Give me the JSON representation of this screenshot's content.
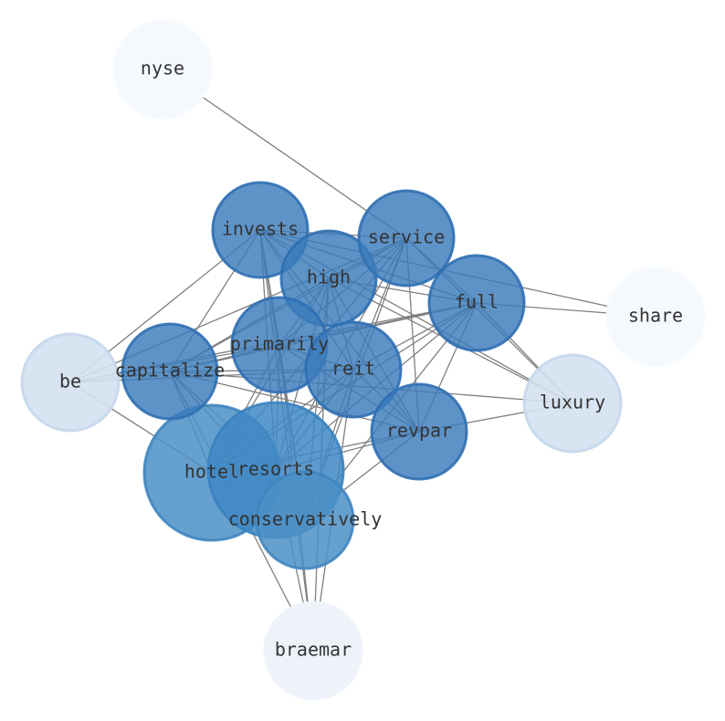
{
  "nodes": [
    {
      "id": "nyse",
      "label": "nyse",
      "fill": "#f5f9fe",
      "stroke": "#f5f9fe"
    },
    {
      "id": "share",
      "label": "share",
      "fill": "#f5f9fe",
      "stroke": "#f5f9fe"
    },
    {
      "id": "braemar",
      "label": "braemar",
      "fill": "#eef3fa",
      "stroke": "#eef3fa"
    },
    {
      "id": "be",
      "label": "be",
      "fill": "#d4e1f0",
      "stroke": "#c5d7eb"
    },
    {
      "id": "luxury",
      "label": "luxury",
      "fill": "#d4e1f0",
      "stroke": "#c5d7eb"
    },
    {
      "id": "hotel",
      "label": "hotel",
      "fill": "#4b8fc6",
      "stroke": "#3f85c0"
    },
    {
      "id": "resorts",
      "label": "resorts",
      "fill": "#3f88c5",
      "stroke": "#3a82c0"
    },
    {
      "id": "conservatively",
      "label": "conservatively",
      "fill": "#4b8fc6",
      "stroke": "#3f85c0"
    },
    {
      "id": "capitalize",
      "label": "capitalize",
      "fill": "#3a7bbb",
      "stroke": "#2f6fb3"
    },
    {
      "id": "primarily",
      "label": "primarily",
      "fill": "#3a7bbb",
      "stroke": "#2f6fb3"
    },
    {
      "id": "invests",
      "label": "invests",
      "fill": "#3a7bbb",
      "stroke": "#2f6fb3"
    },
    {
      "id": "high",
      "label": "high",
      "fill": "#3a7bbb",
      "stroke": "#2f6fb3"
    },
    {
      "id": "service",
      "label": "service",
      "fill": "#3a7bbb",
      "stroke": "#2f6fb3"
    },
    {
      "id": "full",
      "label": "full",
      "fill": "#3a7bbb",
      "stroke": "#2f6fb3"
    },
    {
      "id": "reit",
      "label": "reit",
      "fill": "#3a7bbb",
      "stroke": "#2f6fb3"
    },
    {
      "id": "revpar",
      "label": "revpar",
      "fill": "#3a7bbb",
      "stroke": "#2f6fb3"
    }
  ],
  "edges": [
    [
      "nyse",
      "service"
    ],
    [
      "share",
      "invests"
    ],
    [
      "share",
      "full"
    ],
    [
      "be",
      "invests"
    ],
    [
      "be",
      "service"
    ],
    [
      "be",
      "full"
    ],
    [
      "be",
      "reit"
    ],
    [
      "be",
      "hotel"
    ],
    [
      "be",
      "capitalize"
    ],
    [
      "be",
      "primarily"
    ],
    [
      "luxury",
      "invests"
    ],
    [
      "luxury",
      "service"
    ],
    [
      "luxury",
      "full"
    ],
    [
      "luxury",
      "revpar"
    ],
    [
      "luxury",
      "capitalize"
    ],
    [
      "luxury",
      "high"
    ],
    [
      "braemar",
      "invests"
    ],
    [
      "braemar",
      "capitalize"
    ],
    [
      "braemar",
      "primarily"
    ],
    [
      "braemar",
      "reit"
    ],
    [
      "braemar",
      "resorts"
    ],
    [
      "braemar",
      "high"
    ],
    [
      "invests",
      "service"
    ],
    [
      "invests",
      "high"
    ],
    [
      "invests",
      "full"
    ],
    [
      "invests",
      "reit"
    ],
    [
      "invests",
      "revpar"
    ],
    [
      "invests",
      "capitalize"
    ],
    [
      "invests",
      "primarily"
    ],
    [
      "invests",
      "resorts"
    ],
    [
      "invests",
      "conservatively"
    ],
    [
      "service",
      "high"
    ],
    [
      "service",
      "full"
    ],
    [
      "service",
      "reit"
    ],
    [
      "service",
      "revpar"
    ],
    [
      "service",
      "capitalize"
    ],
    [
      "service",
      "primarily"
    ],
    [
      "service",
      "hotel"
    ],
    [
      "service",
      "resorts"
    ],
    [
      "service",
      "conservatively"
    ],
    [
      "high",
      "full"
    ],
    [
      "high",
      "reit"
    ],
    [
      "high",
      "revpar"
    ],
    [
      "high",
      "capitalize"
    ],
    [
      "high",
      "primarily"
    ],
    [
      "high",
      "hotel"
    ],
    [
      "high",
      "resorts"
    ],
    [
      "high",
      "conservatively"
    ],
    [
      "full",
      "reit"
    ],
    [
      "full",
      "revpar"
    ],
    [
      "full",
      "capitalize"
    ],
    [
      "full",
      "primarily"
    ],
    [
      "full",
      "hotel"
    ],
    [
      "full",
      "resorts"
    ],
    [
      "full",
      "conservatively"
    ],
    [
      "primarily",
      "reit"
    ],
    [
      "primarily",
      "revpar"
    ],
    [
      "primarily",
      "capitalize"
    ],
    [
      "primarily",
      "hotel"
    ],
    [
      "primarily",
      "resorts"
    ],
    [
      "primarily",
      "conservatively"
    ],
    [
      "capitalize",
      "reit"
    ],
    [
      "capitalize",
      "revpar"
    ],
    [
      "capitalize",
      "hotel"
    ],
    [
      "capitalize",
      "resorts"
    ],
    [
      "capitalize",
      "conservatively"
    ],
    [
      "reit",
      "revpar"
    ],
    [
      "reit",
      "hotel"
    ],
    [
      "reit",
      "resorts"
    ],
    [
      "reit",
      "conservatively"
    ],
    [
      "revpar",
      "hotel"
    ],
    [
      "revpar",
      "resorts"
    ],
    [
      "revpar",
      "conservatively"
    ],
    [
      "hotel",
      "resorts"
    ],
    [
      "hotel",
      "conservatively"
    ],
    [
      "resorts",
      "conservatively"
    ]
  ]
}
